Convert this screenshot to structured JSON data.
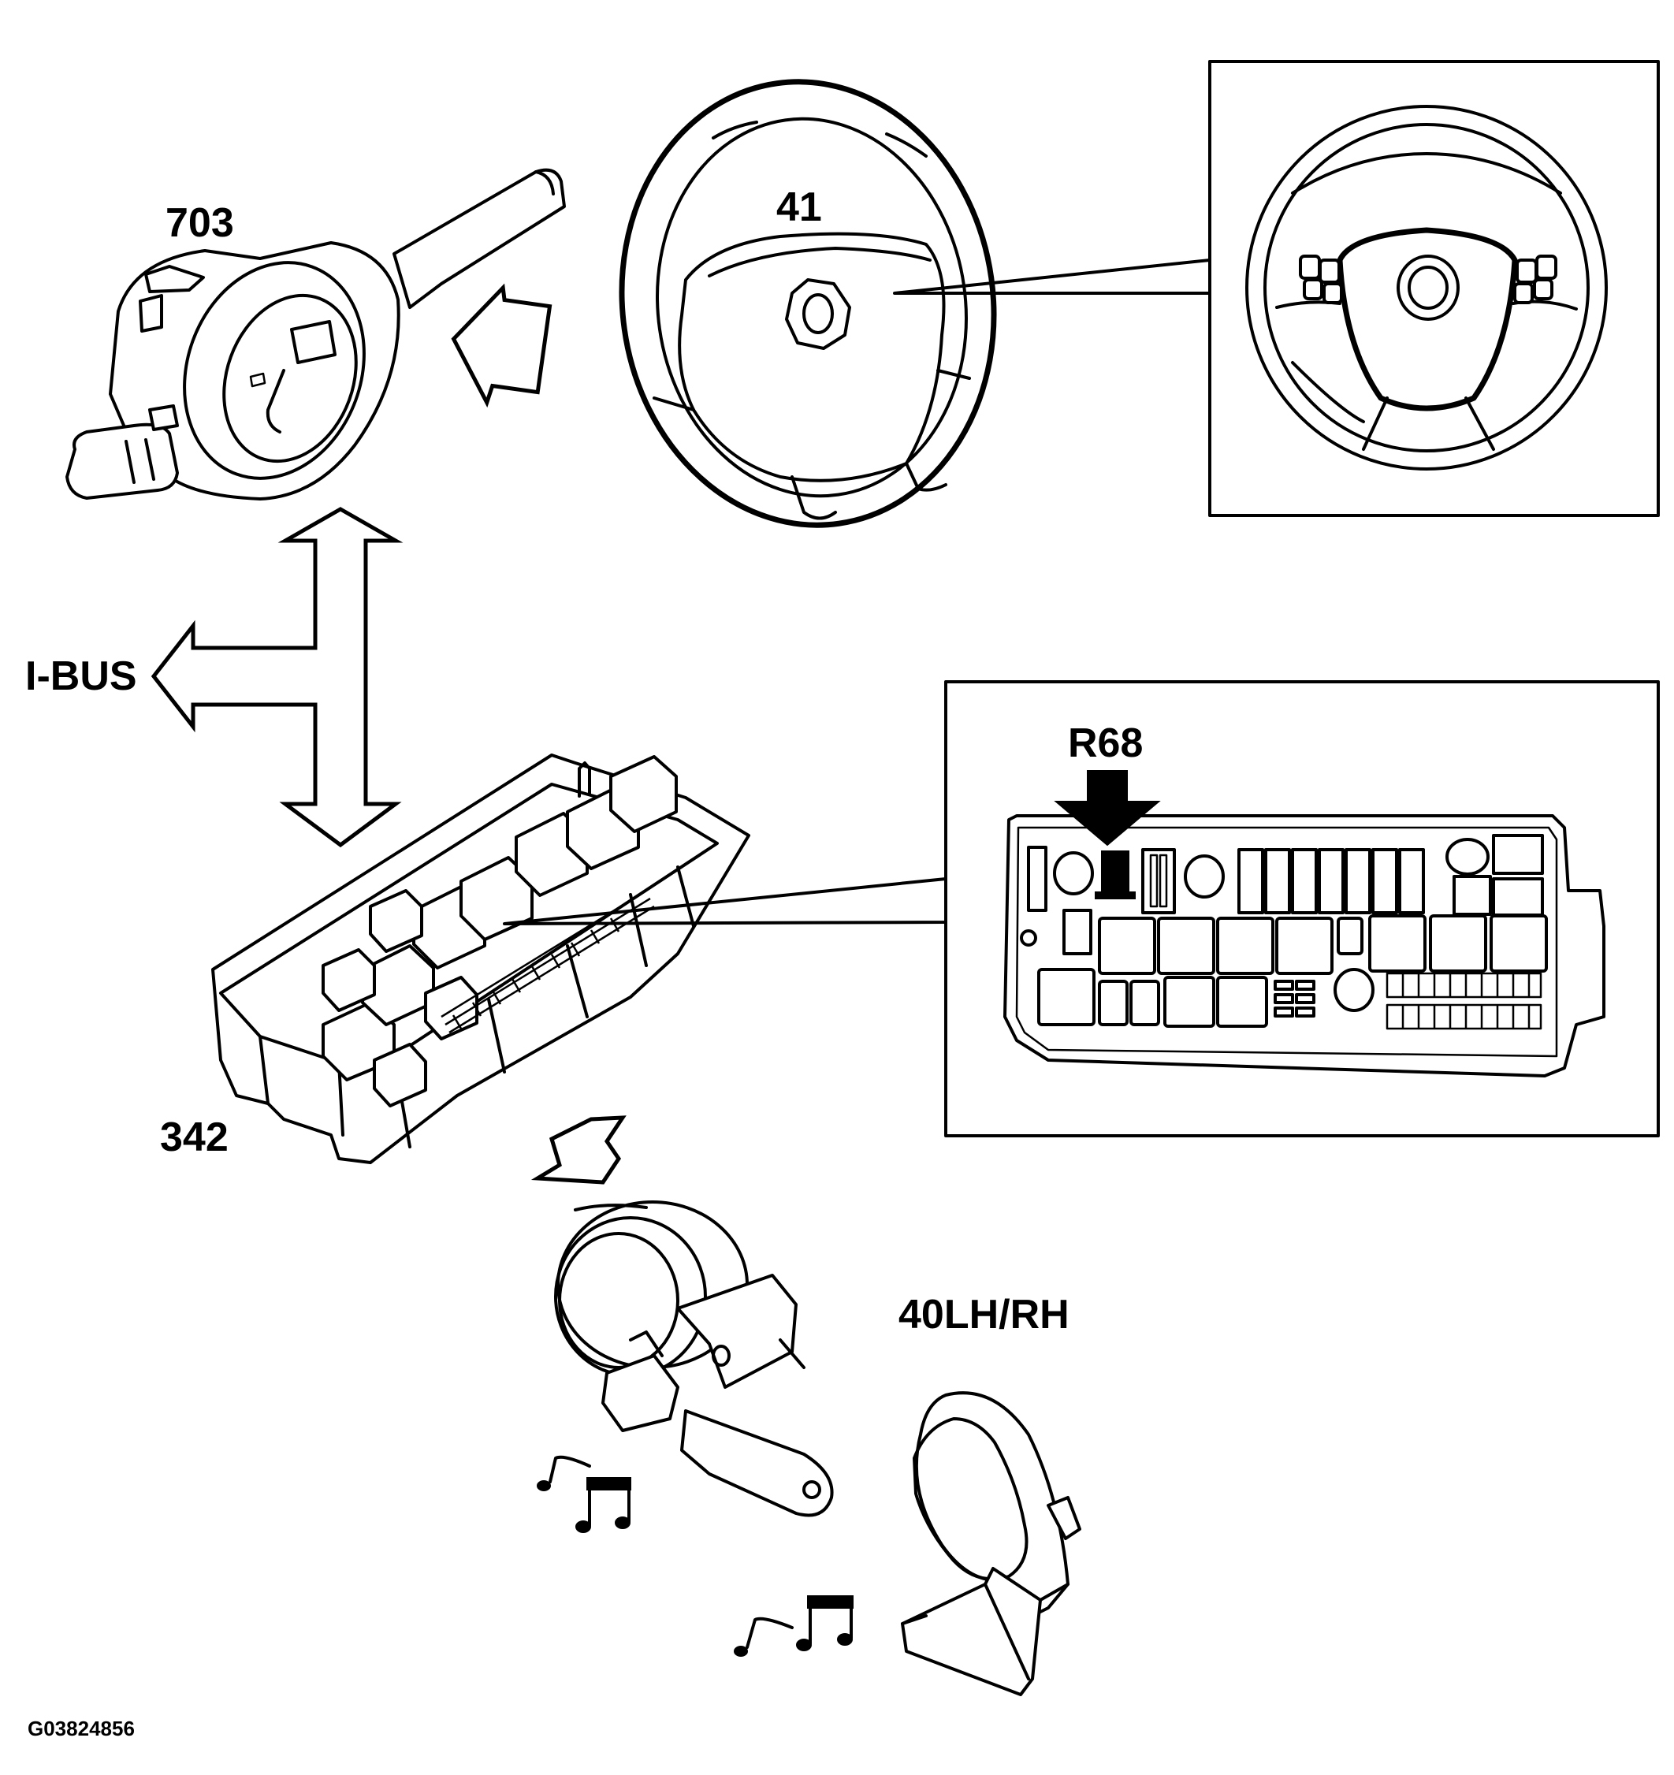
{
  "labels": {
    "stalk_switch": "703",
    "steering_wheel": "41",
    "ibus": "I-BUS",
    "fuse_relay_box": "342",
    "relay_r68": "R68",
    "horns": "40LH/RH",
    "figure_id": "G03824856"
  },
  "colors": {
    "line": "#000000",
    "background": "#ffffff"
  }
}
